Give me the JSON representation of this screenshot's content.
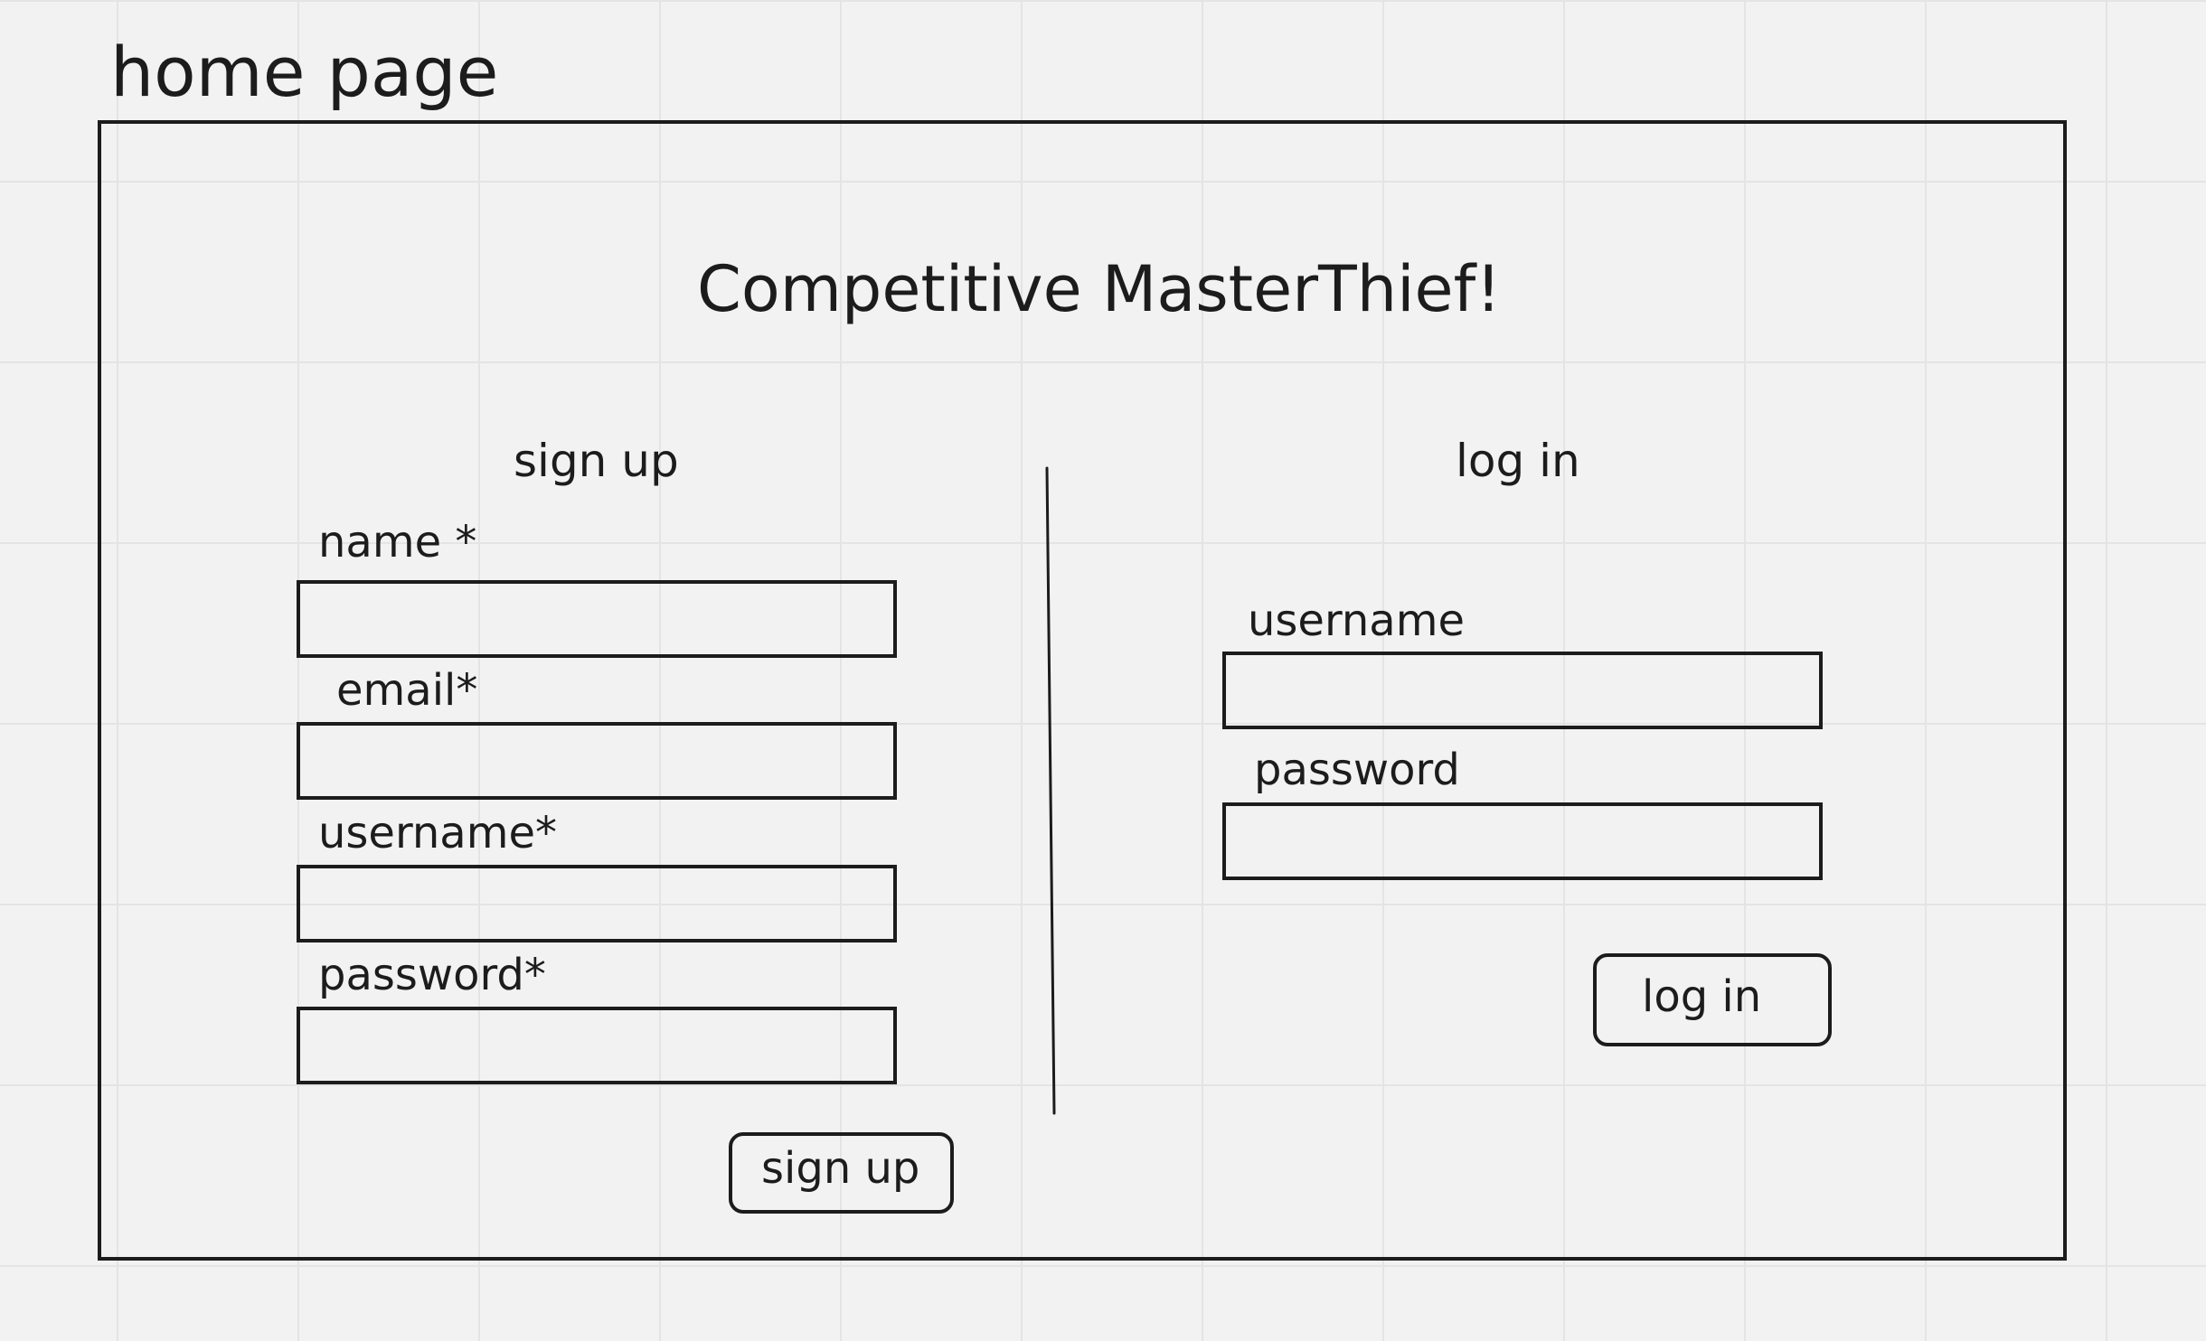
{
  "page_label": "home page",
  "app_title": "Competitive MasterThief!",
  "signup": {
    "title": "sign up",
    "fields": [
      {
        "label": "name *",
        "value": ""
      },
      {
        "label": "email*",
        "value": ""
      },
      {
        "label": "username*",
        "value": ""
      },
      {
        "label": "password*",
        "value": ""
      }
    ],
    "button_label": "sign up"
  },
  "login": {
    "title": "log in",
    "fields": [
      {
        "label": "username",
        "value": ""
      },
      {
        "label": "password",
        "value": ""
      }
    ],
    "button_label": "log in"
  }
}
